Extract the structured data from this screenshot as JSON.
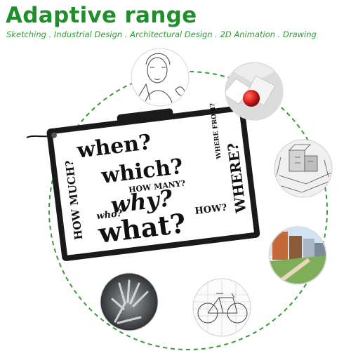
{
  "heading": {
    "title": "Adaptive range",
    "subtitle": "Sketching . Industrial Design . Architectural Design . 2D Animation . Drawing"
  },
  "pad": {
    "words": [
      "when?",
      "which?",
      "why?",
      "what?",
      "HOW MUCH?",
      "WHERE?",
      "HOW MANY?",
      "WHERE FROM?",
      "who?",
      "HOW?"
    ]
  },
  "colors": {
    "title": "#1f8f2c",
    "dashed_circle": "#3a9a3a",
    "pad_frame": "#1a1a1a",
    "accent_ball": "#d8201e"
  },
  "thumbnails": [
    {
      "subject": "portrait sketch",
      "icon": "sketch-icon"
    },
    {
      "subject": "red ball 3D render",
      "icon": "render-icon"
    },
    {
      "subject": "architectural model",
      "icon": "building-icon"
    },
    {
      "subject": "city street drawing",
      "icon": "city-icon"
    },
    {
      "subject": "bicycle drawing",
      "icon": "bicycle-icon"
    },
    {
      "subject": "x-ray hand",
      "icon": "xray-icon"
    }
  ]
}
